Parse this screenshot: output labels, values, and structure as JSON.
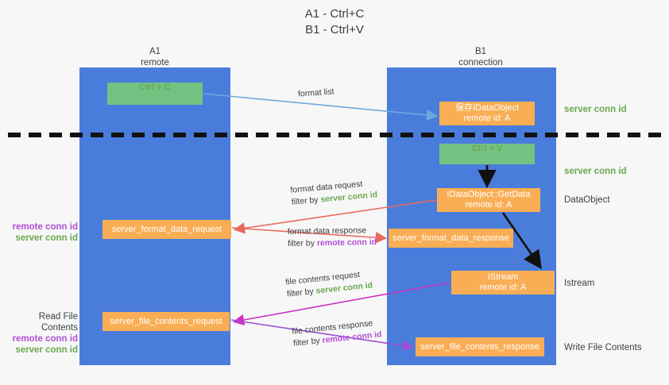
{
  "title": "A1 - Ctrl+C\nB1 - Ctrl+V",
  "columns": {
    "left": "A1\nremote",
    "right": "B1\nconnection"
  },
  "nodes": {
    "ctrl_c": "Ctrl + C",
    "idataobject": "保存IDataObject\nremote id: A",
    "ctrl_v": "Ctrl + V",
    "getdata": "IDataObject::GetData\nremote id: A",
    "istream": "IStream\nremote id: A",
    "server_format_data_request": "server_format_data_request",
    "server_format_data_response": "server_format_data_response",
    "server_file_contents_request": "server_file_contents_request",
    "server_file_contents_response": "server_file_contents_response"
  },
  "right_labels": {
    "server_conn_id_1": "server conn id",
    "server_conn_id_2": "server conn id",
    "dataobject": "DataObject",
    "istream": "Istream",
    "write_file_contents": "Write File Contents"
  },
  "left_labels": {
    "conn_remote_1": "remote conn id",
    "conn_server_1": "server conn id",
    "read_file_contents": "Read File Contents",
    "conn_remote_2": "remote conn id",
    "conn_server_2": "server conn id"
  },
  "edges": {
    "format_list": {
      "line1": "format list",
      "line2_prefix": "",
      "line2_em": "",
      "line2_suffix": ""
    },
    "format_data_request": {
      "line1": "format data request",
      "line2_prefix": "filter by ",
      "line2_em": "server conn id",
      "em_color": "green"
    },
    "format_data_response": {
      "line1": "format data response",
      "line2_prefix": "filter by ",
      "line2_em": "remote conn id",
      "em_color": "purple"
    },
    "file_contents_request": {
      "line1": "file contents request",
      "line2_prefix": "filter by ",
      "line2_em": "server conn id",
      "em_color": "green"
    },
    "file_contents_response": {
      "line1": "file contents response",
      "line2_prefix": "filter by ",
      "line2_em": "remote conn id",
      "em_color": "purple"
    }
  },
  "colors": {
    "lane": "#4a7ddb",
    "green_node": "#74c282",
    "orange_node": "#f9ae55",
    "server_conn": "#6aa84f",
    "remote_conn": "#b14fd8",
    "arrow_blue": "#6fa8dc",
    "arrow_red": "#e8695c",
    "arrow_magenta": "#cc31c0",
    "arrow_purple": "#9b4fd0",
    "arrow_black": "#111111",
    "background": "#f7f7f7"
  }
}
